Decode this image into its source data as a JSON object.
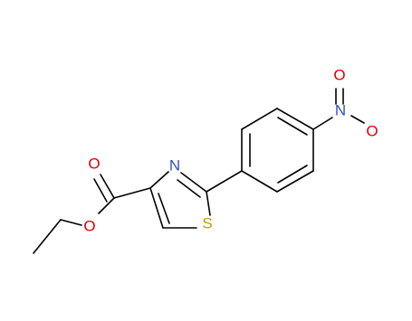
{
  "molecule": {
    "atoms": {
      "N_thiazole": "N",
      "S_thiazole": "S",
      "N_nitro": "N",
      "O_nitro_top": "O",
      "O_nitro_right": "O",
      "O_carbonyl": "O",
      "O_ester": "O"
    },
    "colors": {
      "bond": "#000000",
      "nitrogen": "#3050c8",
      "oxygen": "#e00000",
      "sulfur": "#b8a000"
    }
  }
}
